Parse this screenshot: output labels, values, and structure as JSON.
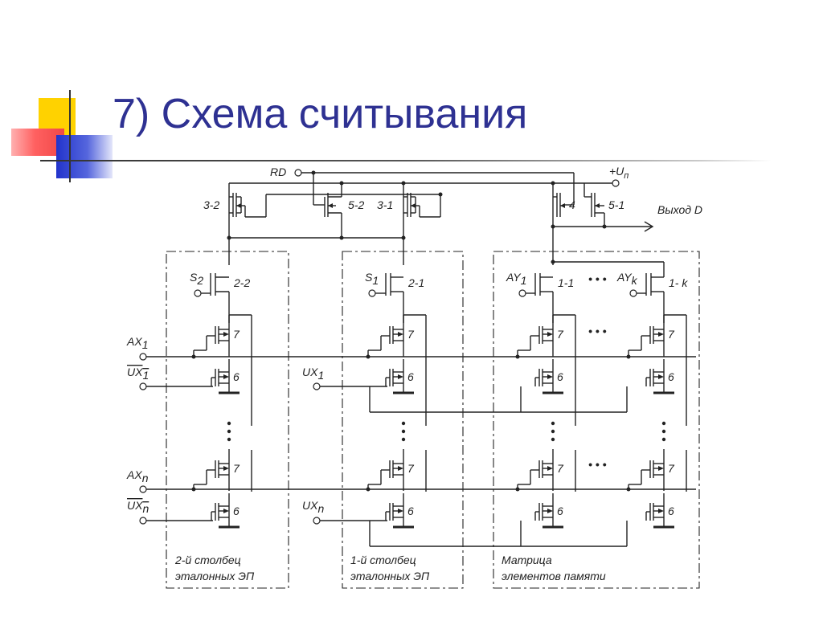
{
  "title": "7) Схема считывания",
  "diagram": {
    "rd": "RD",
    "vdd": "+U",
    "vdd_sub": "п",
    "output": "Выход D",
    "t32": "3-2",
    "t52": "5-2",
    "t31": "3-1",
    "t4": "4",
    "t51": "5-1",
    "s2": "S",
    "s2_sub": "2",
    "t22": "2-2",
    "s1": "S",
    "s1_sub": "1",
    "t21": "2-1",
    "ay1": "AY",
    "ay1_sub": "1",
    "t11": "1-1",
    "ayk": "AY",
    "ayk_sub": "k",
    "t1k": "1- k",
    "ellipsis": "• • •",
    "t7": "7",
    "t6": "6",
    "ax1": "AX",
    "ax1_sub": "1",
    "uxb1": "UX",
    "uxb1_sub": "1",
    "ux1": "UX",
    "ux1_sub": "1",
    "axn": "AX",
    "axn_sub": "n",
    "uxbn": "UX",
    "uxbn_sub": "n",
    "uxn": "UX",
    "uxn_sub": "n",
    "col2_line1": "2-й столбец",
    "col2_line2": "эталонных ЭП",
    "col1_line1": "1-й столбец",
    "col1_line2": "эталонных ЭП",
    "matrix_line1": "Матрица",
    "matrix_line2": "элементов памяти"
  }
}
